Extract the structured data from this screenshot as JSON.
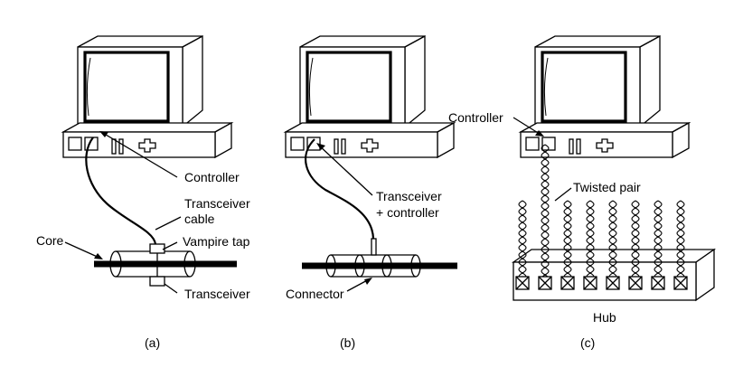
{
  "panels": [
    {
      "caption": "(a)",
      "labels": {
        "controller": "Controller",
        "transceiver_cable_1": "Transceiver",
        "transceiver_cable_2": "cable",
        "vampire_tap": "Vampire tap",
        "core": "Core",
        "transceiver": "Transceiver"
      }
    },
    {
      "caption": "(b)",
      "labels": {
        "transceiver_controller_1": "Transceiver",
        "transceiver_controller_2": "+ controller",
        "connector": "Connector"
      }
    },
    {
      "caption": "(c)",
      "labels": {
        "controller": "Controller",
        "twisted_pair": "Twisted pair",
        "hub": "Hub"
      }
    }
  ]
}
